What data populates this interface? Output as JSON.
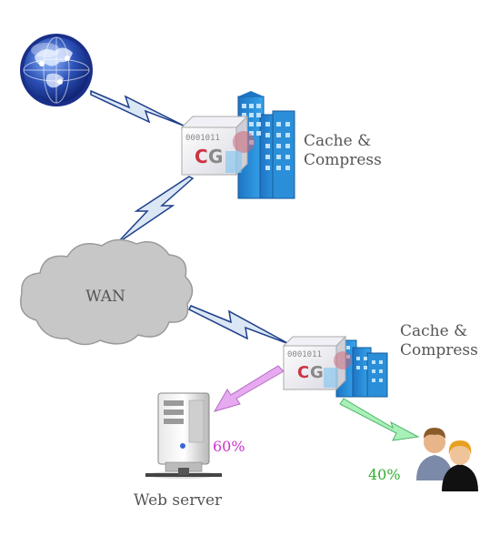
{
  "nodes": {
    "wan": {
      "label": "WAN"
    },
    "cache_top": {
      "box_bits": "0001011",
      "box_logo_c": "C",
      "box_logo_g": "G",
      "label_line1": "Cache &",
      "label_line2": "Compress"
    },
    "cache_bottom": {
      "box_bits": "0001011",
      "box_logo_c": "C",
      "box_logo_g": "G",
      "label_line1": "Cache &",
      "label_line2": "Compress"
    },
    "web_server": {
      "label": "Web server",
      "percent": "60%"
    },
    "users": {
      "percent": "40%"
    }
  },
  "colors": {
    "link": "#1d3f8a",
    "link_fill": "#dce7f5",
    "arrow_server": "#e7a9f0",
    "arrow_users": "#a8f0b8",
    "percent_server": "#cc33cc",
    "percent_users": "#33aa33",
    "text": "#555555",
    "building": "#2a8fd8",
    "cloud": "#c7c7c7"
  }
}
